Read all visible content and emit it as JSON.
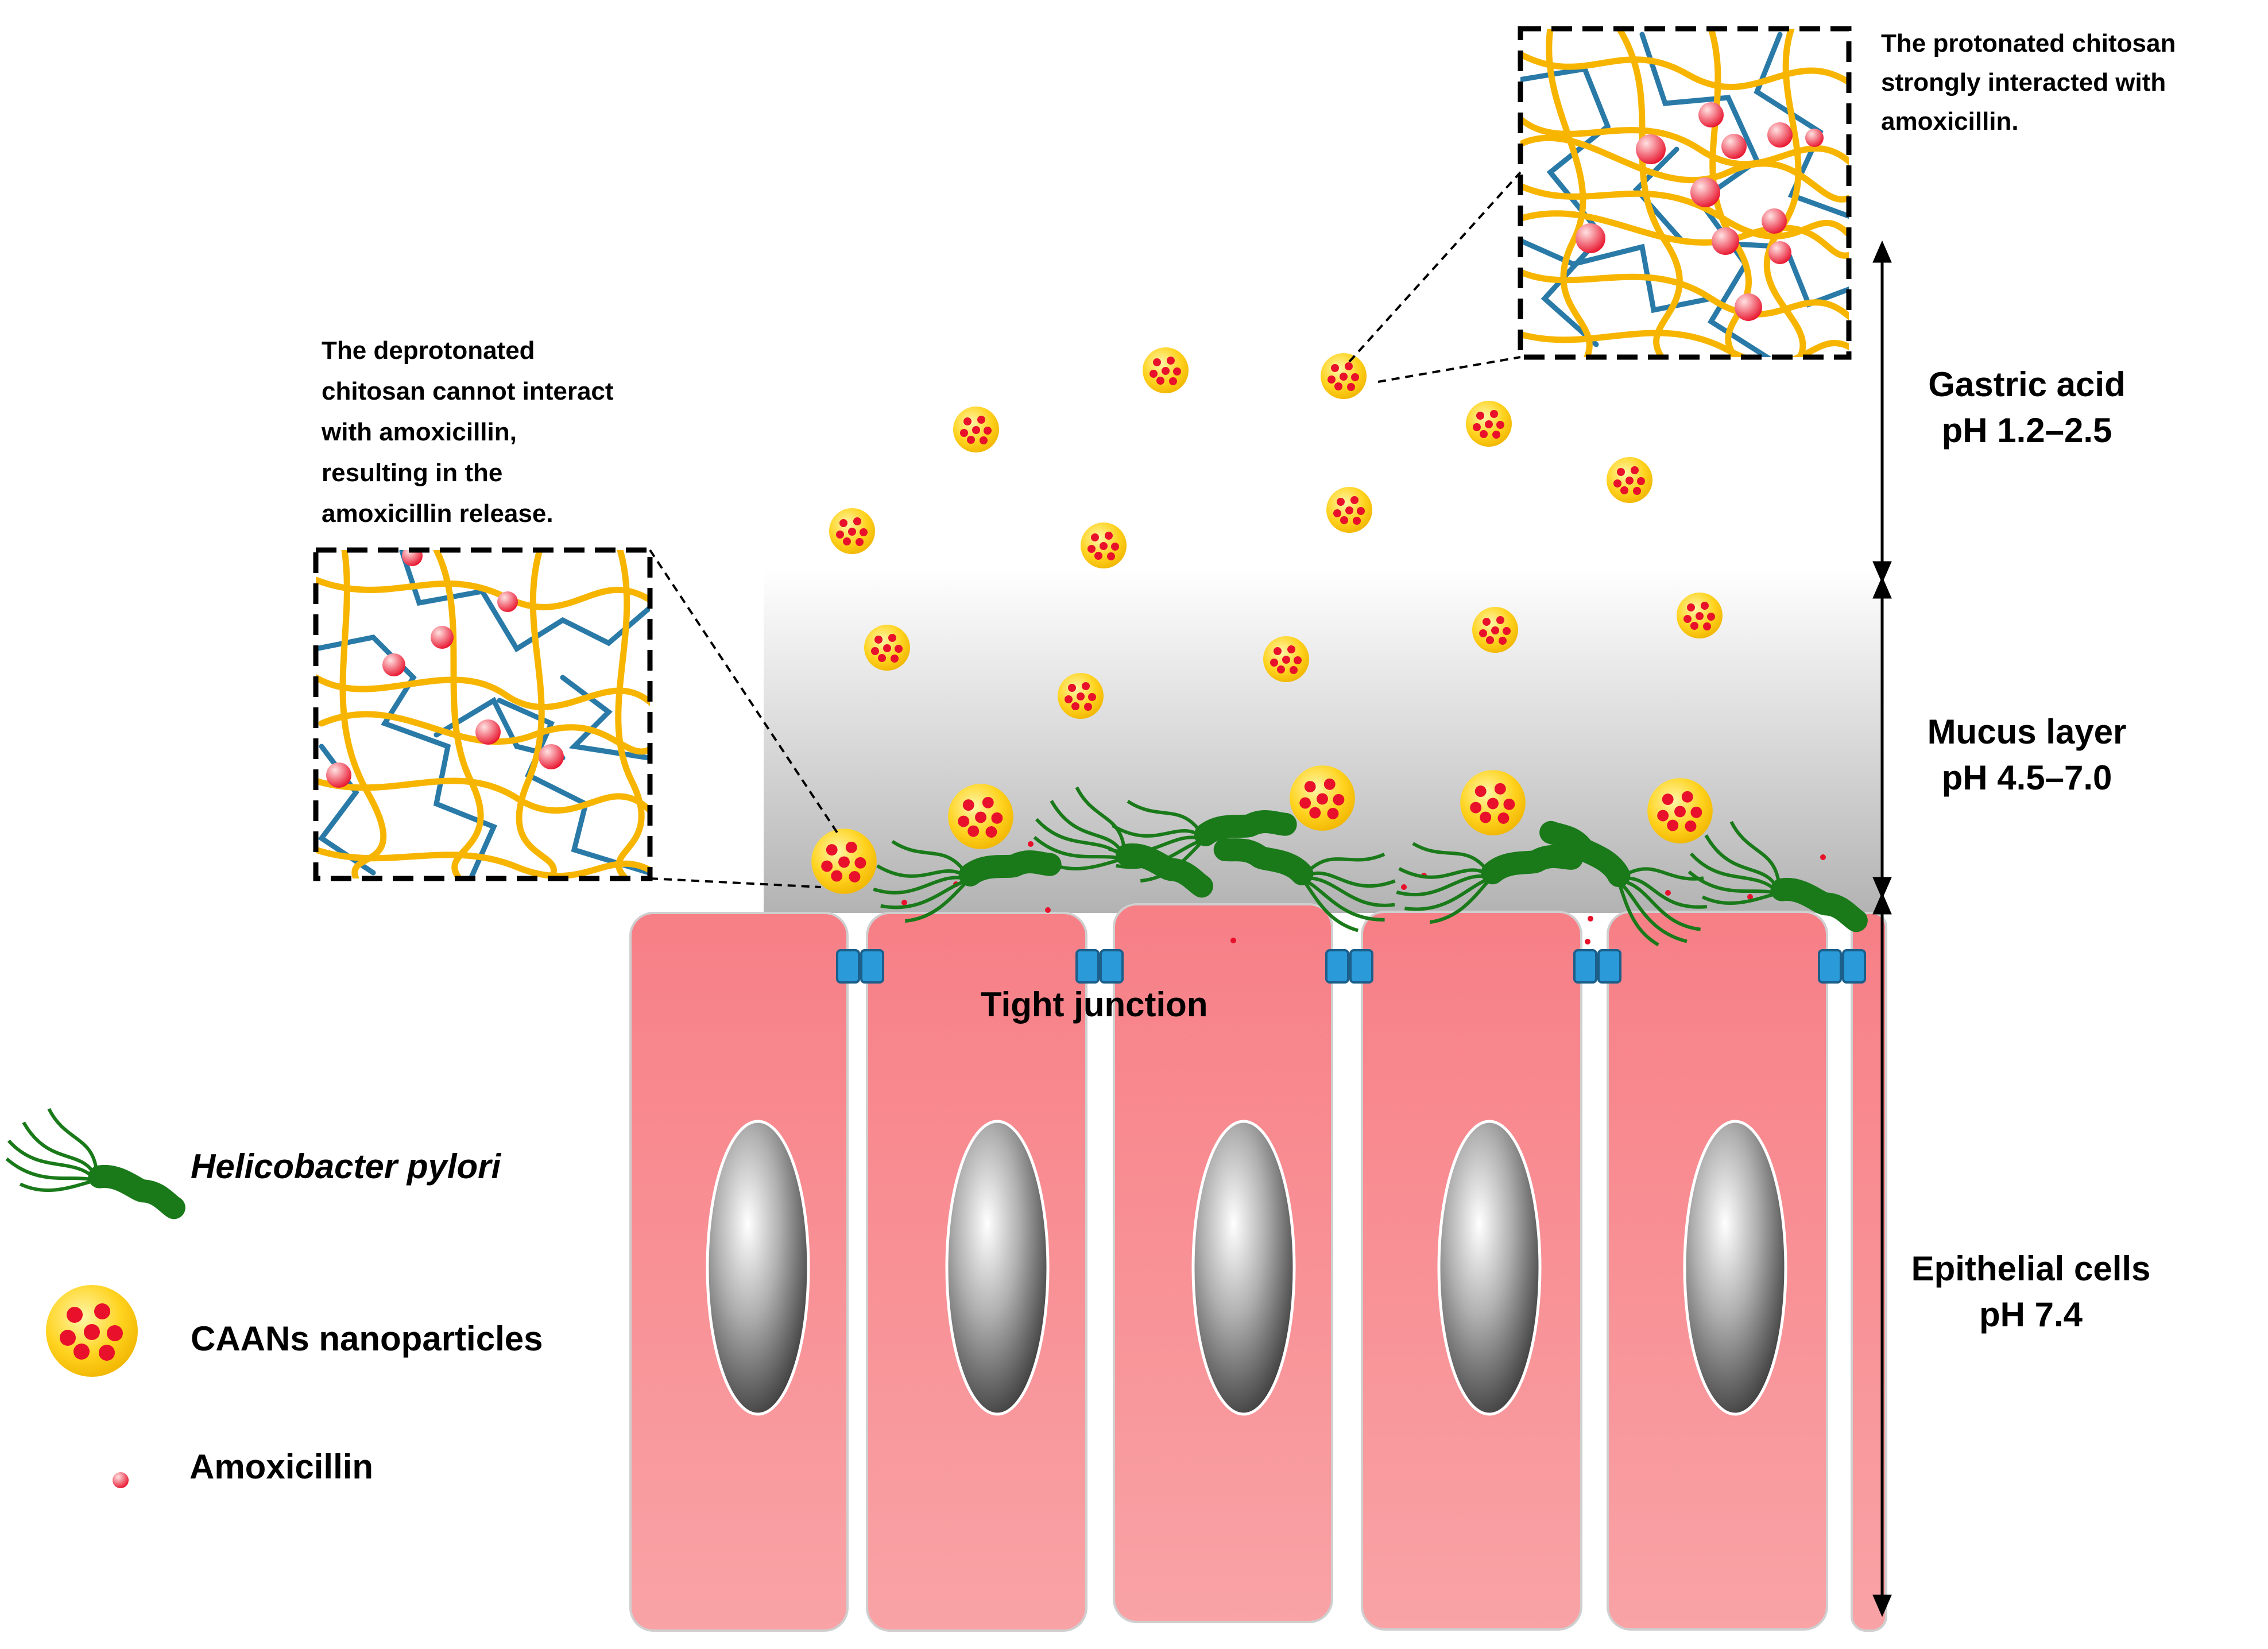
{
  "annotations": {
    "protonated": [
      "The protonated chitosan",
      "strongly interacted with",
      "amoxicillin."
    ],
    "deprotonated": [
      "The deprotonated",
      "chitosan cannot interact",
      "with amoxicillin,",
      "resulting in the",
      "amoxicillin release."
    ]
  },
  "layers": {
    "gastric": {
      "name": "Gastric acid",
      "ph": "pH 1.2–2.5"
    },
    "mucus": {
      "name": "Mucus layer",
      "ph": "pH 4.5–7.0"
    },
    "epithelial": {
      "name": "Epithelial cells",
      "ph": "pH 7.4"
    }
  },
  "tight_junction_label": "Tight junction",
  "legend": {
    "bacteria": "Helicobacter pylori",
    "nanoparticle": "CAANs nanoparticles",
    "drug": "Amoxicillin"
  },
  "colors": {
    "cell": "#f4868c",
    "nanoparticle": "#ffd31f",
    "bacteria": "#1f7a1f",
    "chitosan": "#f7b500",
    "polymer": "#2a7aa8",
    "junction": "#2a9ad8"
  }
}
